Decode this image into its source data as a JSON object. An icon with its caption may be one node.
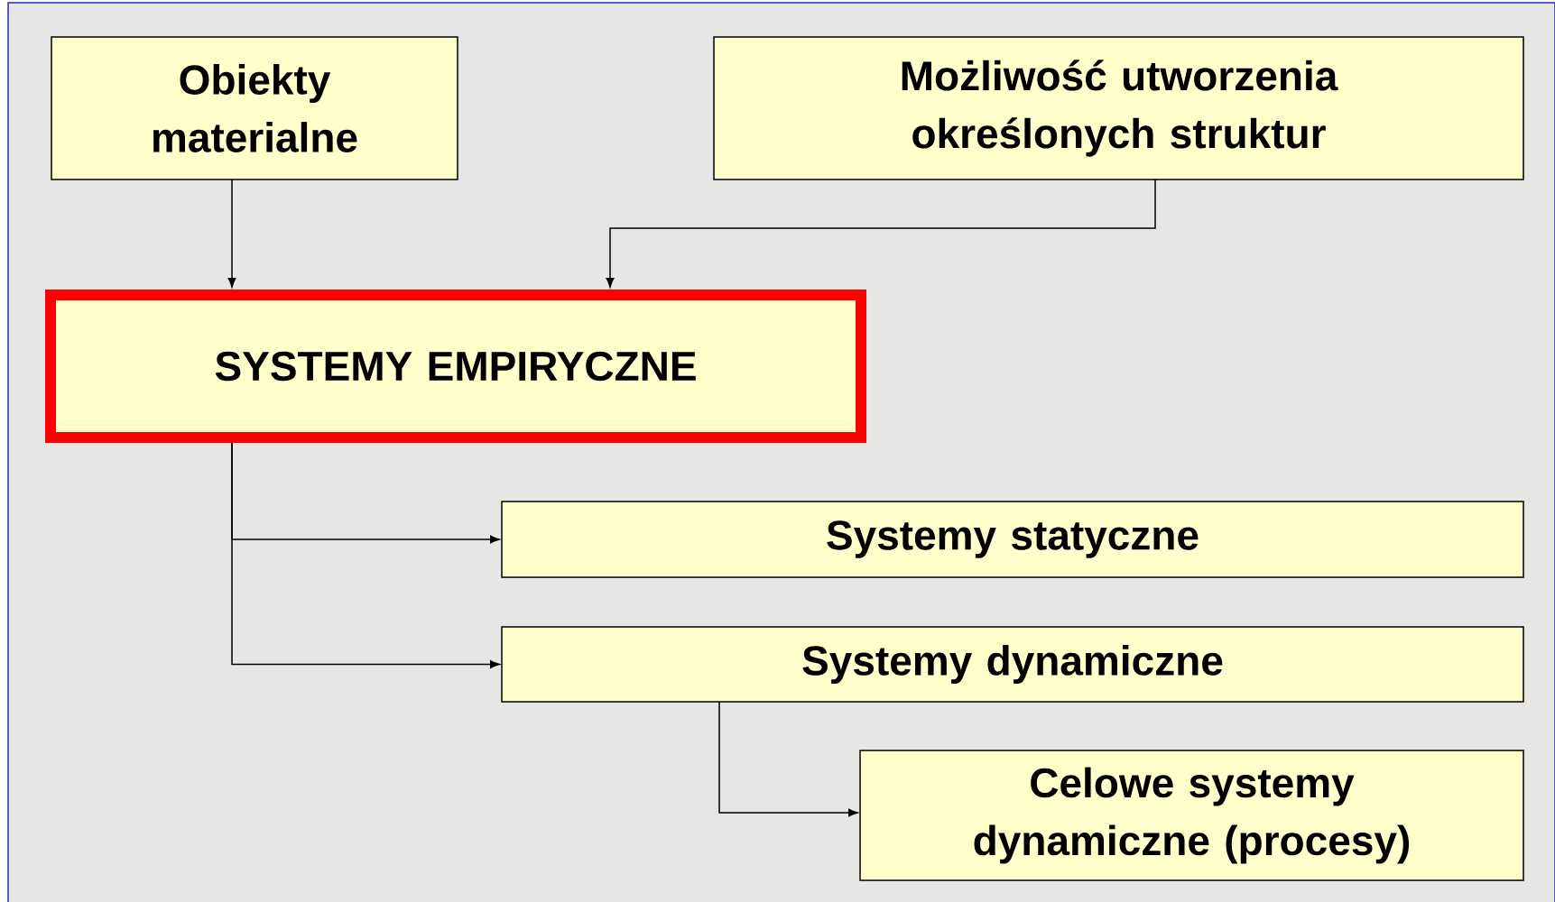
{
  "diagram": {
    "nodes": [
      {
        "text": [
          "Obiekty materialne"
        ]
      },
      {
        "text": [
          "Możliwość utworzenia określonych struktur"
        ]
      },
      {
        "text": [
          "SYSTEMY EMPIRYCZNE"
        ]
      },
      {
        "text": [
          "Systemy statyczne"
        ]
      },
      {
        "text": [
          "Systemy dynamiczne"
        ]
      },
      {
        "text": [
          "Celowe systemy dynamiczne (procesy)"
        ]
      }
    ],
    "edges": [
      {
        "from": 0,
        "to": 2,
        "arrow": "to"
      },
      {
        "from": 1,
        "to": 2,
        "arrow": "to"
      },
      {
        "from": 2,
        "to": 3,
        "arrow": "to"
      },
      {
        "from": 2,
        "to": 4,
        "arrow": "to"
      },
      {
        "from": 4,
        "to": 5,
        "arrow": "to"
      }
    ]
  }
}
